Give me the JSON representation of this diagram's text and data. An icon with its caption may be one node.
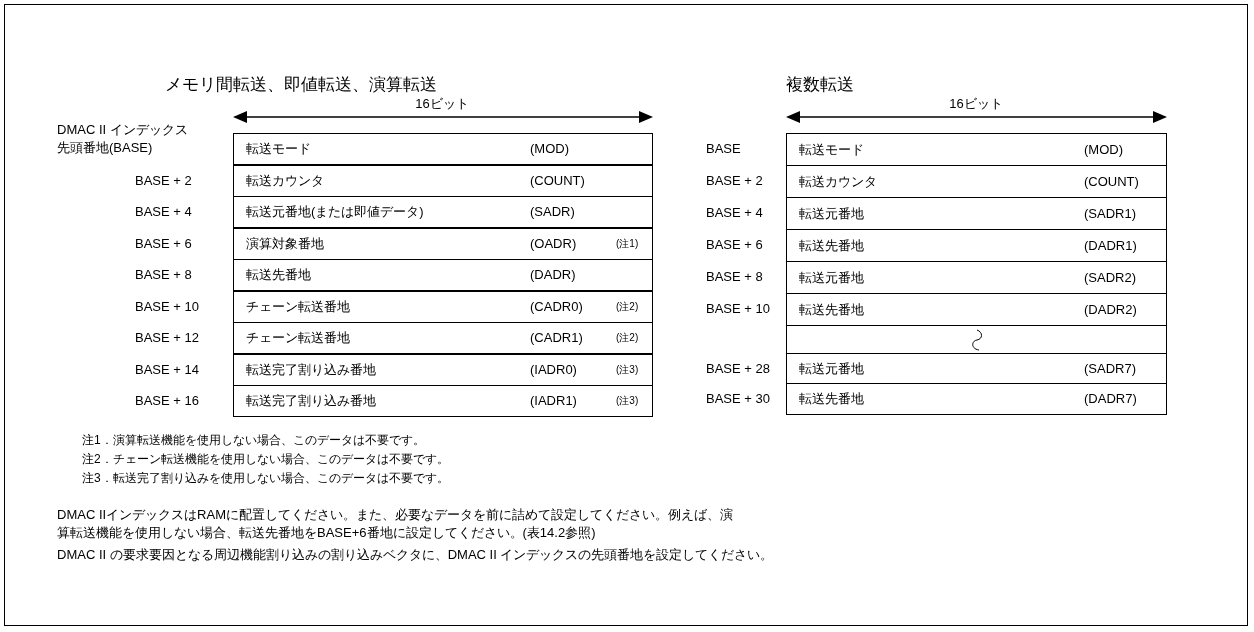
{
  "diagram": {
    "nodes": [
      {
        "text": [
          "転送モード",
          "(MOD)"
        ],
        "beside": [
          "DMAC II インデックス先頭番地(BASE)"
        ]
      },
      {
        "text": [
          "転送カウンタ",
          "(COUNT)"
        ],
        "beside": [
          "BASE + 2"
        ]
      },
      {
        "text": [
          "転送元番地(または即値データ)",
          "(SADR)"
        ],
        "beside": [
          "BASE + 4"
        ]
      },
      {
        "text": [
          "演算対象番地",
          "(OADR)",
          "(注1)"
        ],
        "beside": [
          "BASE + 6"
        ]
      },
      {
        "text": [
          "転送先番地",
          "(DADR)"
        ],
        "beside": [
          "BASE + 8"
        ]
      },
      {
        "text": [
          "チェーン転送番地",
          "(CADR0)",
          "(注2)"
        ],
        "beside": [
          "BASE + 10"
        ]
      },
      {
        "text": [
          "チェーン転送番地",
          "(CADR1)",
          "(注2)"
        ],
        "beside": [
          "BASE + 12"
        ]
      },
      {
        "text": [
          "転送完了割り込み番地",
          "(IADR0)",
          "(注3)"
        ],
        "beside": [
          "BASE + 14"
        ]
      },
      {
        "text": [
          "転送完了割り込み番地",
          "(IADR1)",
          "(注3)"
        ],
        "beside": [
          "BASE + 16"
        ]
      },
      {
        "text": [
          "転送モード",
          "(MOD)"
        ],
        "beside": [
          "BASE"
        ]
      },
      {
        "text": [
          "転送カウンタ",
          "(COUNT)"
        ],
        "beside": [
          "BASE + 2"
        ]
      },
      {
        "text": [
          "転送元番地",
          "(SADR1)"
        ],
        "beside": [
          "BASE + 4"
        ]
      },
      {
        "text": [
          "転送先番地",
          "(DADR1)"
        ],
        "beside": [
          "BASE + 6"
        ]
      },
      {
        "text": [
          "転送元番地",
          "(SADR2)"
        ],
        "beside": [
          "BASE + 8"
        ]
      },
      {
        "text": [
          "転送先番地",
          "(DADR2)"
        ],
        "beside": [
          "BASE + 10"
        ]
      },
      {
        "text": [],
        "shape": "box"
      },
      {
        "text": [
          "転送元番地",
          "(SADR7)"
        ],
        "beside": [
          "BASE + 28"
        ]
      },
      {
        "text": [
          "転送先番地",
          "(DADR7)"
        ],
        "beside": [
          "BASE + 30"
        ]
      }
    ],
    "labels": [
      "メモリ間転送、即値転送、演算転送",
      "複数転送",
      "16ビット",
      "16ビット",
      "注1．演算転送機能を使用しない場合、このデータは不要です。",
      "注2．チェーン転送機能を使用しない場合、このデータは不要です。",
      "注3．転送完了割り込みを使用しない場合、このデータは不要です。",
      "DMAC IIインデックスはRAMに配置してください。また、必要なデータを前に詰めて設定してください。例えば、演算転送機能を使用しない場合、転送先番地をBASE+6番地に設定してください。(表14.2参照)",
      "DMAC II の要求要因となる周辺機能割り込みの割り込みベクタに、DMAC II インデックスの先頭番地を設定してください。"
    ]
  }
}
